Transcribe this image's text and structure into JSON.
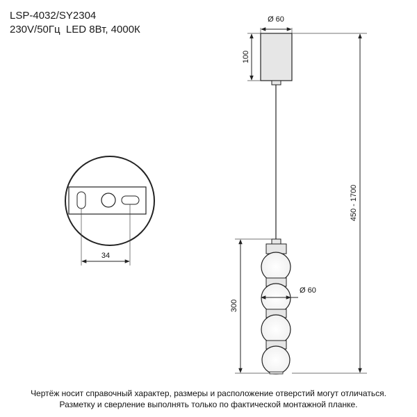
{
  "header": {
    "model": "LSP-4032/SY2304",
    "specs": "230V/50Гц  LED 8Вт, 4000К"
  },
  "dimensions": {
    "canopy_diameter": "Ø 60",
    "canopy_height": "100",
    "overall_height": "450 - 1700",
    "shade_diameter": "Ø 60",
    "shade_height": "300",
    "plate_width": "34"
  },
  "footnote": {
    "line1": "Чертёж носит справочный характер, размеры и расположение отверстий могут отличаться.",
    "line2": "Разметку и сверление выполнять только по фактической монтажной планке."
  },
  "colors": {
    "line": "#222222",
    "shading": "#e6e6e6"
  }
}
